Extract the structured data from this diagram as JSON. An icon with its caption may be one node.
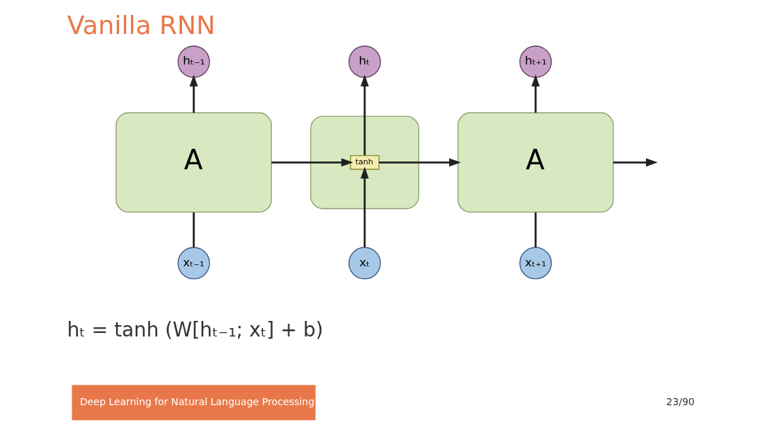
{
  "diagram": {
    "title": "Vanilla RNN",
    "nodes": [
      {
        "text": [
          "A"
        ]
      },
      {
        "text": [],
        "shape": "box"
      },
      {
        "text": [
          "tanh"
        ],
        "in": 1
      },
      {
        "text": [
          "A"
        ]
      },
      {
        "text": [
          "hₜ₋₁"
        ]
      },
      {
        "text": [
          "hₜ"
        ]
      },
      {
        "text": [
          "hₜ₊₁"
        ]
      },
      {
        "text": [
          "xₜ₋₁"
        ]
      },
      {
        "text": [
          "xₜ"
        ]
      },
      {
        "text": [
          "xₜ₊₁"
        ]
      }
    ],
    "edges": [
      {
        "from": 7,
        "to": 0,
        "arrow": "none"
      },
      {
        "from": 0,
        "to": 4,
        "arrow": "to"
      },
      {
        "from": 0,
        "to": 2,
        "arrow": "to"
      },
      {
        "from": 8,
        "to": 2,
        "arrow": "to"
      },
      {
        "from": 2,
        "to": 5,
        "arrow": "to"
      },
      {
        "from": 2,
        "to": 3,
        "arrow": "to"
      },
      {
        "from": 9,
        "to": 3,
        "arrow": "none"
      },
      {
        "from": 3,
        "to": 6,
        "arrow": "to"
      },
      {
        "from": 3,
        "to": null,
        "arrow": "to"
      }
    ],
    "labels": [
      "hₜ = tanh (W[hₜ₋₁; xₜ] + b)",
      "Deep Learning for Natural Language Processing",
      "23/90"
    ]
  }
}
